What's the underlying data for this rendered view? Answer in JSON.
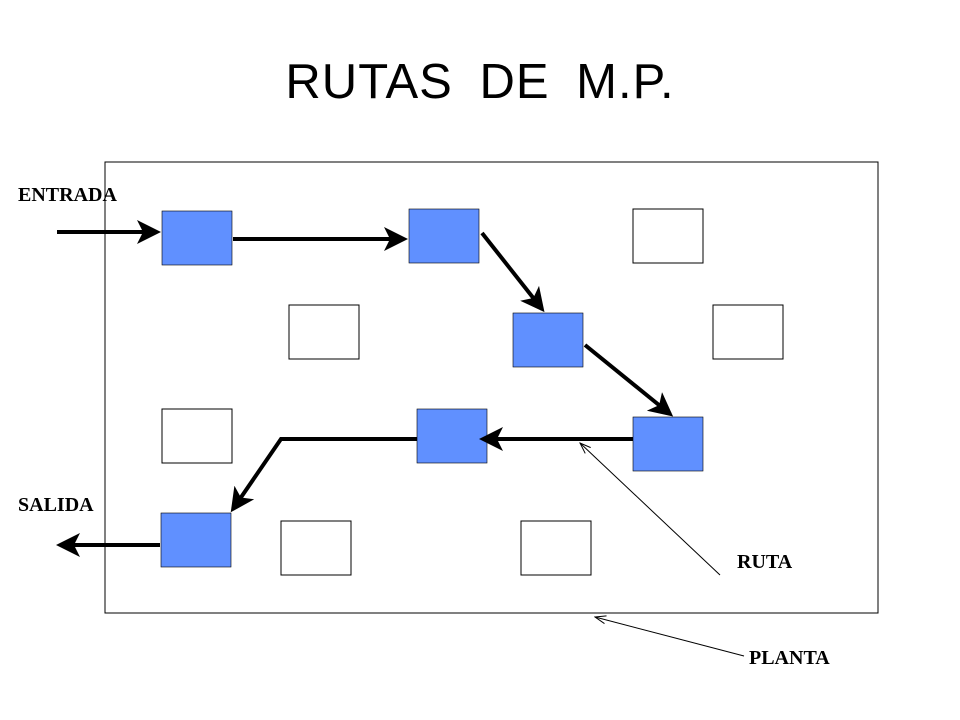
{
  "title": "RUTAS  DE  M.P.",
  "labels": {
    "entrada": "ENTRADA",
    "salida": "SALIDA",
    "ruta": "RUTA",
    "planta": "PLANTA"
  },
  "colors": {
    "route_machine": "#6090ff",
    "idle_machine": "#ffffff",
    "line": "#000000"
  },
  "machines": [
    {
      "id": "m1",
      "on_route": true
    },
    {
      "id": "m2",
      "on_route": true
    },
    {
      "id": "m3",
      "on_route": false
    },
    {
      "id": "m4",
      "on_route": false
    },
    {
      "id": "m5",
      "on_route": true
    },
    {
      "id": "m6",
      "on_route": false
    },
    {
      "id": "m7",
      "on_route": false
    },
    {
      "id": "m8",
      "on_route": true
    },
    {
      "id": "m9",
      "on_route": true
    },
    {
      "id": "m10",
      "on_route": true
    },
    {
      "id": "m11",
      "on_route": false
    },
    {
      "id": "m12",
      "on_route": false
    }
  ]
}
